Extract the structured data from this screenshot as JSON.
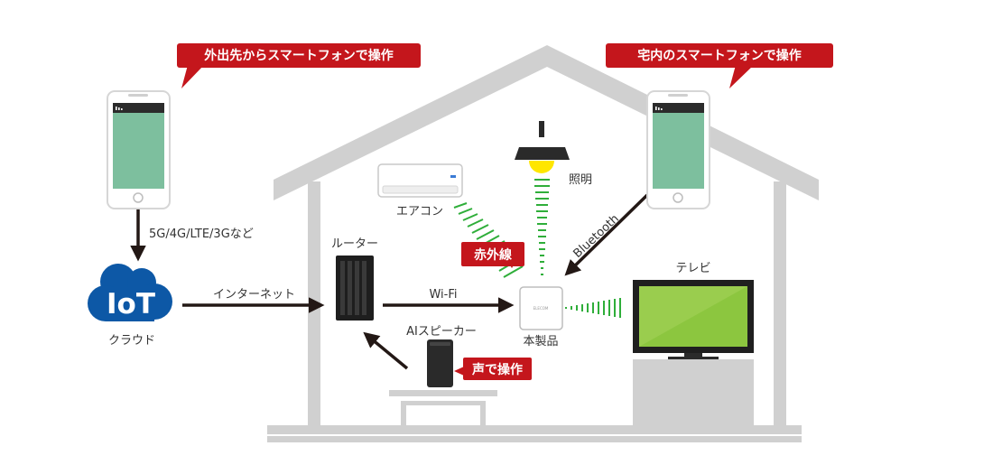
{
  "callouts": {
    "outside": "外出先からスマートフォンで操作",
    "home": "宅内のスマートフォンで操作",
    "infrared": "赤外線",
    "voice": "声で操作"
  },
  "labels": {
    "mobile_network": "5G/4G/LTE/3Gなど",
    "internet": "インターネット",
    "cloud": "クラウド",
    "cloud_logo": "IoT",
    "router": "ルーター",
    "wifi": "Wi-Fi",
    "ai_speaker": "AIスピーカー",
    "product": "本製品",
    "air_conditioner": "エアコン",
    "lighting": "照明",
    "bluetooth": "Bluetooth",
    "tv": "テレビ",
    "product_brand": "ELECOM"
  },
  "colors": {
    "accent_red": "#c4161c",
    "cloud_blue": "#0d58a6",
    "house_gray": "#d0d0d0",
    "signal_green": "#2fae3a",
    "phone_screen": "#7dbf9e",
    "tv_screen": "#8cc63f",
    "bulb_yellow": "#ffe600",
    "arrow_dark": "#231815"
  }
}
